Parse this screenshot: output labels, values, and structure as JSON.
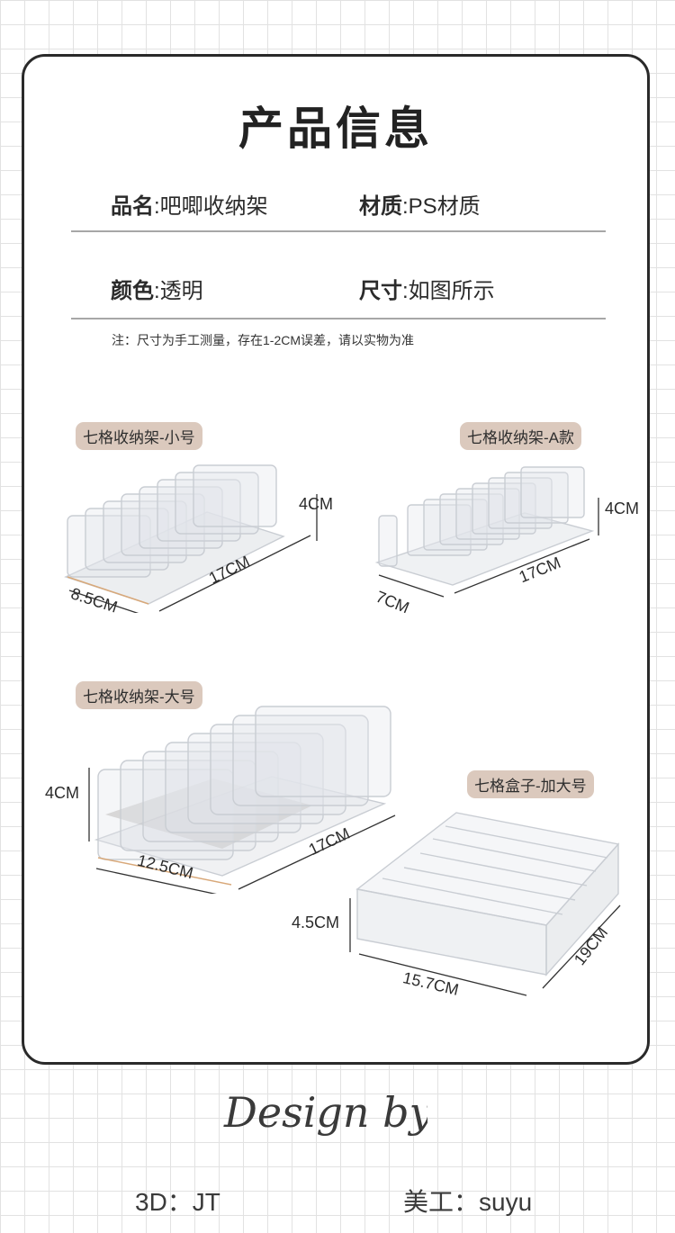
{
  "title": "产品信息",
  "info": {
    "name_key": "品名",
    "name_val": "吧唧收纳架",
    "material_key": "材质",
    "material_val": "PS材质",
    "color_key": "颜色",
    "color_val": "透明",
    "size_key": "尺寸",
    "size_val": "如图所示"
  },
  "note": "注：尺寸为手工测量，存在1-2CM误差，请以实物为准",
  "products": [
    {
      "label": "七格收纳架-小号",
      "height": "4CM",
      "depth": "8.5CM",
      "length": "17CM"
    },
    {
      "label": "七格收纳架-A款",
      "height": "4CM",
      "depth": "7CM",
      "length": "17CM"
    },
    {
      "label": "七格收纳架-大号",
      "height": "4CM",
      "depth": "12.5CM",
      "length": "17CM"
    },
    {
      "label": "七格盒子-加大号",
      "height": "4.5CM",
      "depth": "15.7CM",
      "length": "19CM"
    }
  ],
  "signature": "Design by",
  "credits": {
    "left": "3D：JT",
    "right": "美工：suyu"
  },
  "colors": {
    "label_bg": "#dbc9bd",
    "border": "#2a2a2a",
    "divider": "#a7a7a7"
  }
}
